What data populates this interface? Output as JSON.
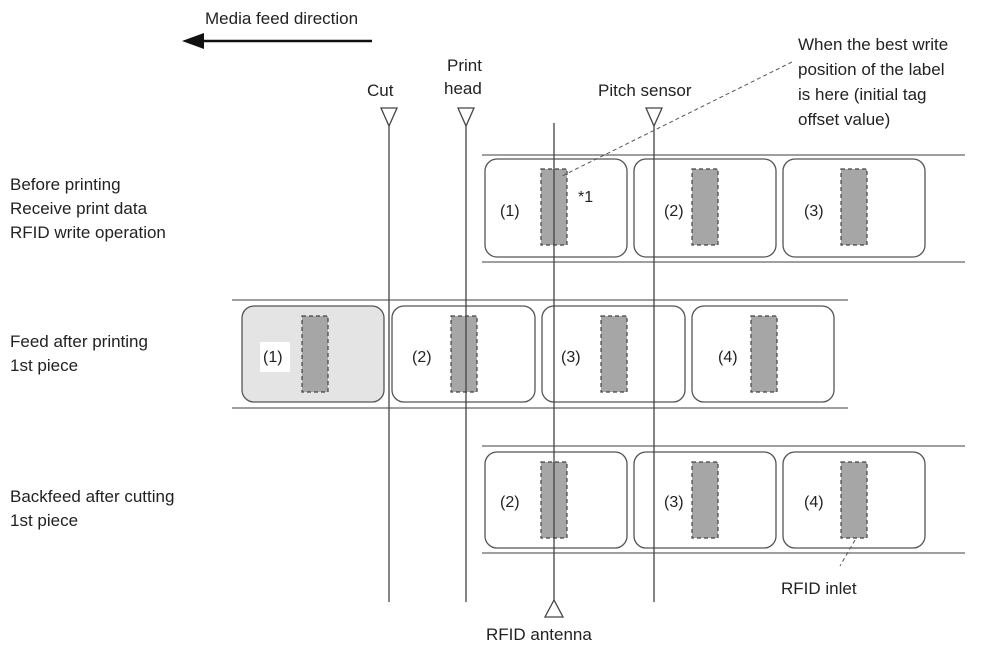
{
  "feed_direction": {
    "label": "Media feed direction"
  },
  "markers": {
    "cut": {
      "label": "Cut"
    },
    "print_head": {
      "line1": "Print",
      "line2": "head"
    },
    "pitch_sensor": {
      "label": "Pitch sensor"
    },
    "rfid_antenna": {
      "label": "RFID antenna"
    }
  },
  "callouts": {
    "best_write": {
      "lines": [
        "When the best write",
        "position of the label",
        "is here (initial tag",
        "offset value)"
      ]
    },
    "footnote": "*1",
    "rfid_inlet": "RFID inlet"
  },
  "rows": [
    {
      "lines": [
        "Before printing",
        "Receive print data",
        "RFID write operation"
      ],
      "labels": [
        "(1)",
        "(2)",
        "(3)"
      ]
    },
    {
      "lines": [
        "Feed after printing",
        "1st piece"
      ],
      "labels": [
        "(1)",
        "(2)",
        "(3)",
        "(4)"
      ]
    },
    {
      "lines": [
        "Backfeed after cutting",
        "1st piece"
      ],
      "labels": [
        "(2)",
        "(3)",
        "(4)"
      ]
    }
  ]
}
